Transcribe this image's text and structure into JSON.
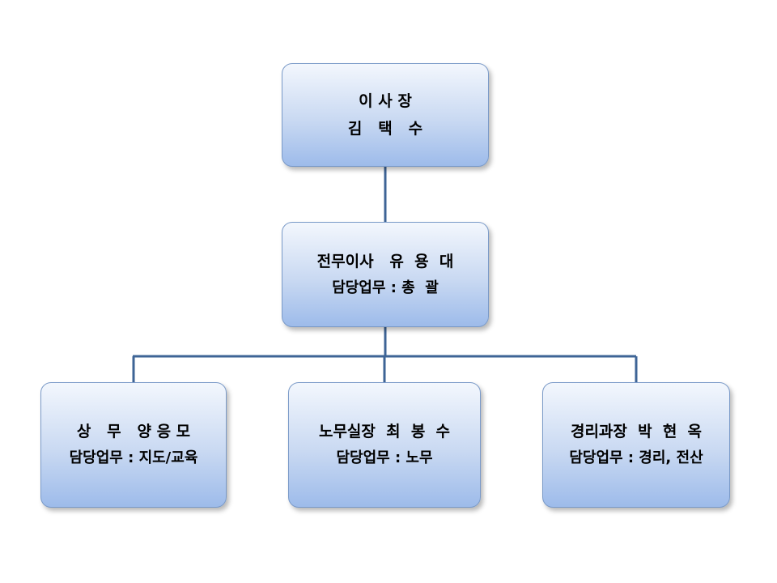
{
  "colors": {
    "connector": "#3e6496",
    "box_border": "#7a9ac8",
    "box_gradient_top": "#f3f7fd",
    "box_gradient_bottom": "#9dbbea"
  },
  "org_chart": {
    "chairman": {
      "line1": "이 사 장",
      "line2": "김   택   수"
    },
    "managing_director": {
      "line1": "전무이사   유  용  대",
      "line2": "담당업무 : 총  괄"
    },
    "subordinates": [
      {
        "line1": "상   무   양 응 모",
        "line2": "담당업무 : 지도/교육"
      },
      {
        "line1": "노무실장  최  봉  수",
        "line2": "담당업무 : 노무"
      },
      {
        "line1": "경리과장  박  현  옥",
        "line2": "담당업무 : 경리, 전산"
      }
    ]
  }
}
